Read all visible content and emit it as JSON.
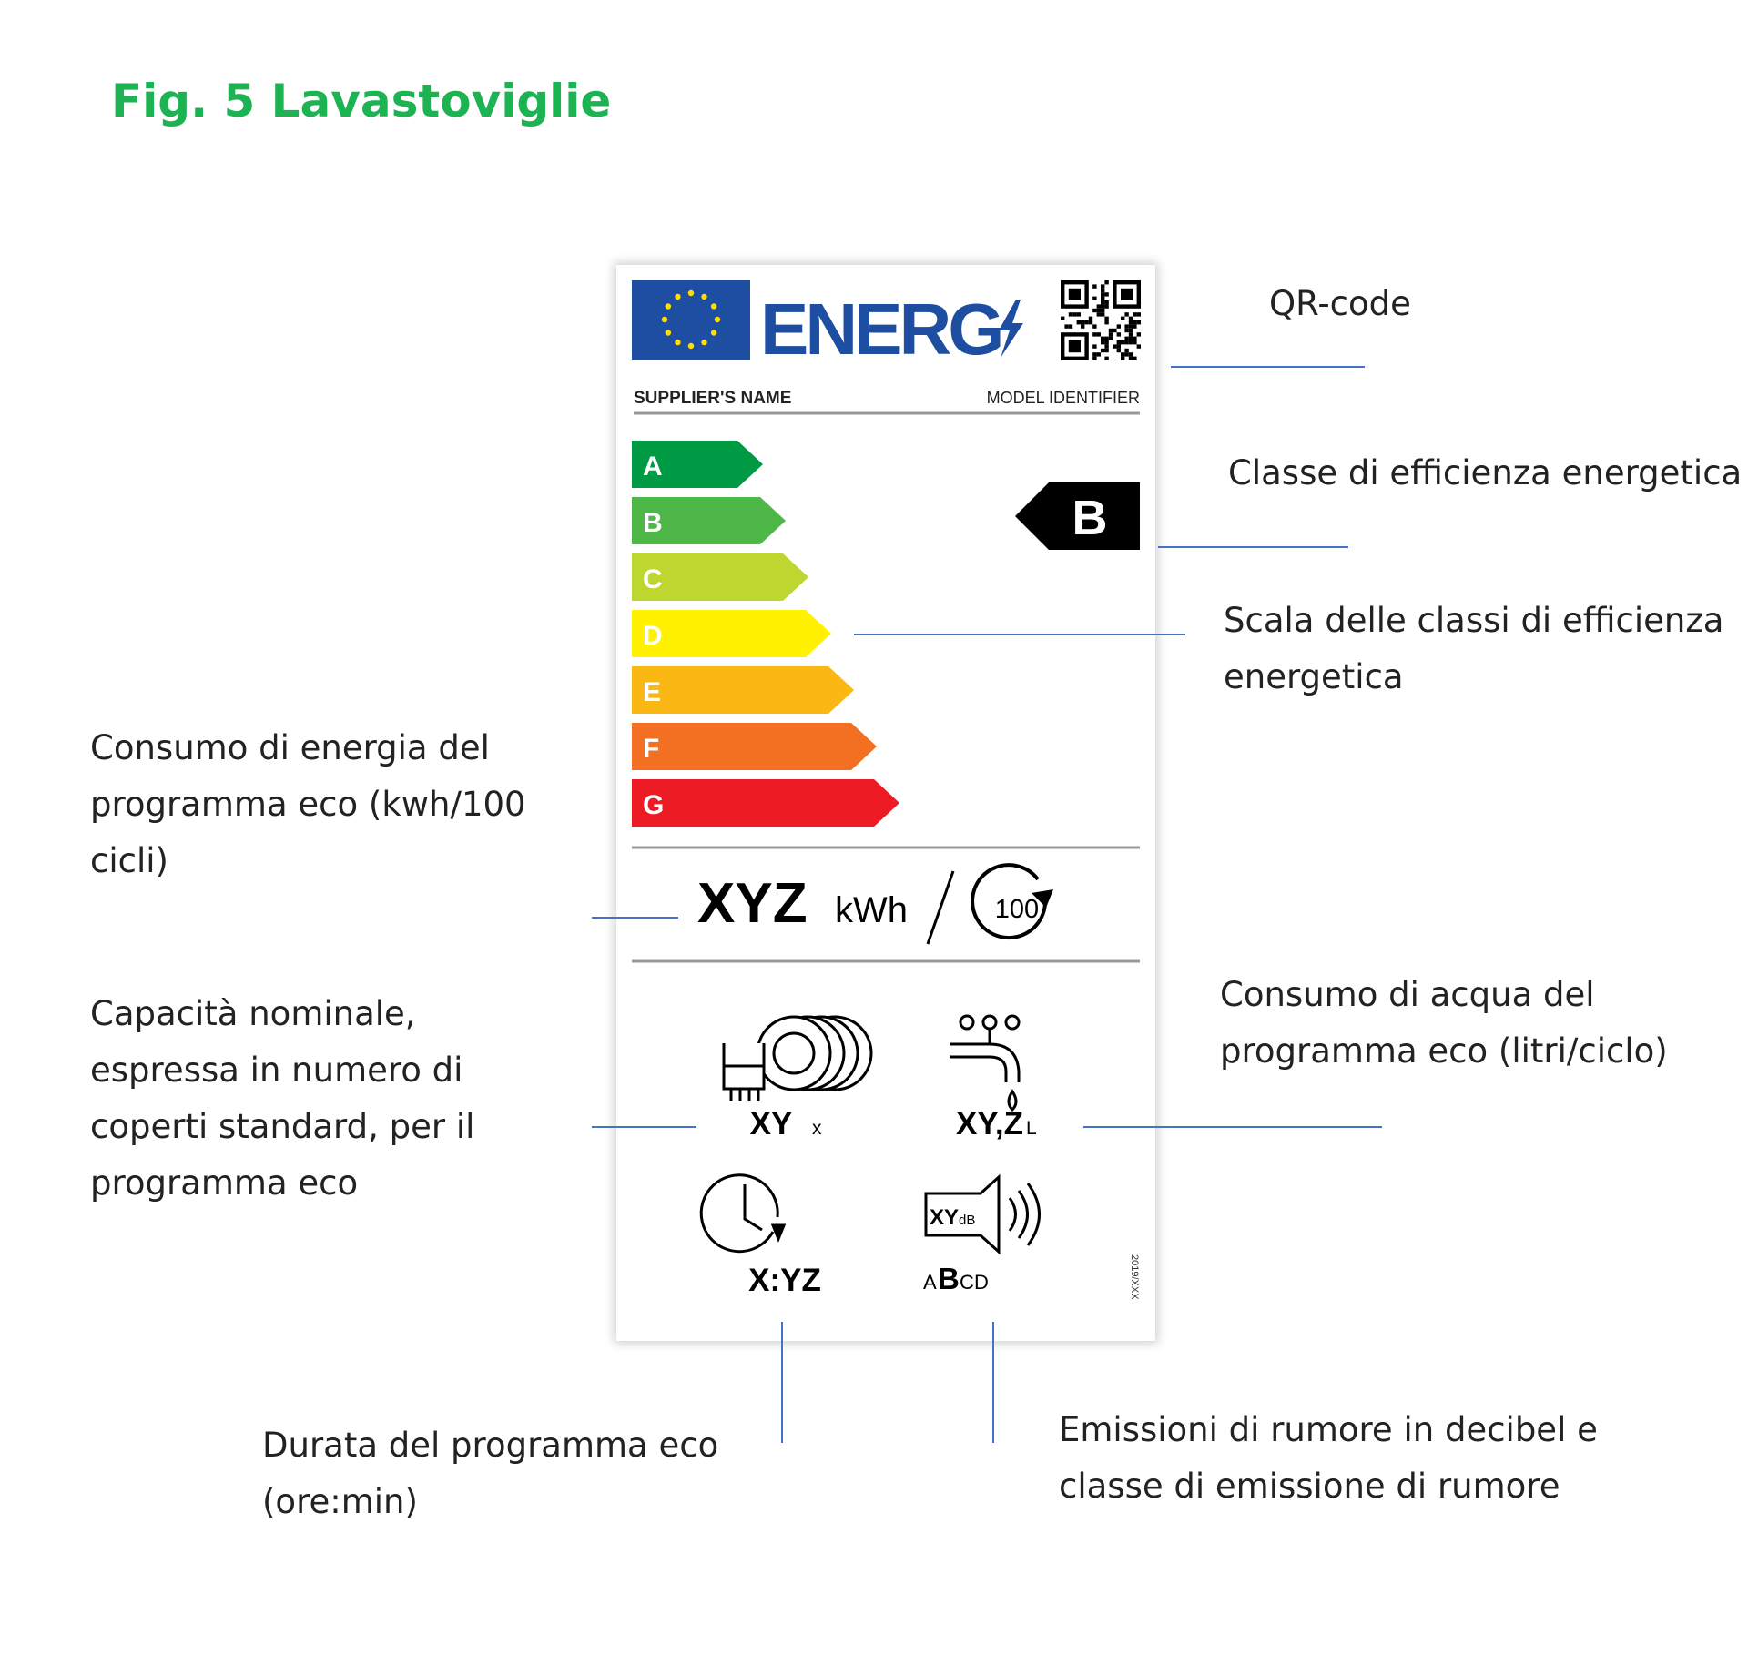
{
  "figure": {
    "title": "Fig. 5 Lavastoviglie"
  },
  "energy_label": {
    "brand_word": "ENERG",
    "supplier": "SUPPLIER'S NAME",
    "model": "MODEL IDENTIFIER",
    "classes": [
      {
        "letter": "A",
        "color": "#009a44"
      },
      {
        "letter": "B",
        "color": "#4db848"
      },
      {
        "letter": "C",
        "color": "#bdd630"
      },
      {
        "letter": "D",
        "color": "#fff100"
      },
      {
        "letter": "E",
        "color": "#fbb814"
      },
      {
        "letter": "F",
        "color": "#f36f21"
      },
      {
        "letter": "G",
        "color": "#ed1c24"
      }
    ],
    "selected_class": "B",
    "energy_value": "XYZ",
    "energy_unit": "kWh",
    "cycles_icon_text": "100",
    "capacity_value": "XY",
    "capacity_unit": "x",
    "water_value": "XY,Z",
    "water_unit": "L",
    "duration_value": "X:YZ",
    "noise_icon_value": "XY",
    "noise_icon_unit": "dB",
    "noise_classes": [
      "A",
      "B",
      "C",
      "D"
    ],
    "noise_selected": "B",
    "regulation_ref": "2019/XXX",
    "icons": [
      "eu-flag-icon",
      "lightning-icon",
      "qr-code-icon",
      "cycle-arrow-icon",
      "dishes-icon",
      "tap-icon",
      "clock-icon",
      "speaker-icon"
    ],
    "colors": {
      "eu_blue": "#1e4ea1",
      "eu_yellow": "#ffdd00",
      "text_blue": "#1e4ea1"
    }
  },
  "callouts": {
    "qr": "QR-code",
    "class": "Classe di efficienza energetica",
    "scale": "Scala delle classi di efficienza\nenergetica",
    "energy": "Consumo di energia del\nprogramma eco (kwh/100\ncicli)",
    "capacity": "Capacità nominale,\nespressa in numero di\ncoperti standard, per il\nprogramma eco",
    "water": "Consumo di acqua del\nprogramma eco (litri/ciclo)",
    "duration": "Durata del programma eco\n(ore:min)",
    "noise": "Emissioni di rumore in decibel e\nclasse di emissione di rumore"
  },
  "colors": {
    "title_green": "#1db352",
    "leader_line": "#4472c4"
  }
}
